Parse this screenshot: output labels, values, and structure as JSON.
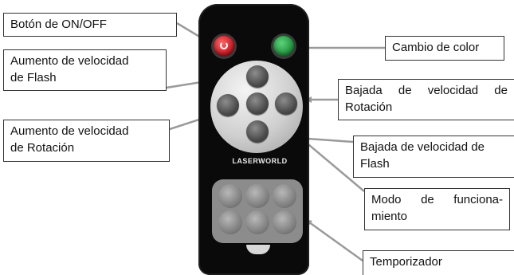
{
  "labels": {
    "power": "Botón de ON/OFF",
    "color_change": "Cambio de color",
    "flash_up": [
      "Aumento de velocidad",
      "de Flash"
    ],
    "rotation_down": [
      "Bajada de velocidad de",
      "Rotación"
    ],
    "rotation_up": [
      "Aumento de velocidad",
      "de Rotación"
    ],
    "flash_down": [
      "Bajada de velocidad de",
      "Flash"
    ],
    "mode": [
      "Modo de funciona-",
      "miento"
    ],
    "timer": "Temporizador"
  },
  "remote": {
    "brand": "LASERWORLD",
    "colors": {
      "body": "#0a0a0a",
      "power_button": "#c4141e",
      "color_button": "#1d8f3a",
      "pad": "#cfcfcf",
      "timer_pad": "#8c8c8c"
    }
  }
}
